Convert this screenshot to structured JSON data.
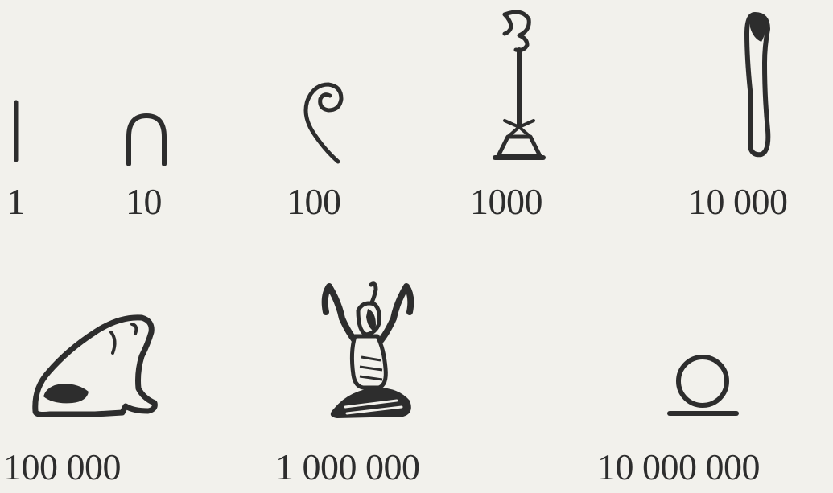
{
  "numerals": {
    "one": {
      "label": "1",
      "icon": "single-stroke-icon"
    },
    "ten": {
      "label": "10",
      "icon": "heel-bone-arch-icon"
    },
    "hundred": {
      "label": "100",
      "icon": "coil-of-rope-icon"
    },
    "thousand": {
      "label": "1000",
      "icon": "lotus-plant-icon"
    },
    "ten_thousand": {
      "label": "10 000",
      "icon": "finger-icon"
    },
    "hundred_thousand": {
      "label": "100 000",
      "icon": "tadpole-frog-icon"
    },
    "million": {
      "label": "1 000 000",
      "icon": "kneeling-god-heh-icon"
    },
    "ten_million": {
      "label": "10 000 000",
      "icon": "sun-circle-icon"
    }
  },
  "colors": {
    "ink": "#2d2d2d",
    "paper": "#f2f1ec"
  }
}
